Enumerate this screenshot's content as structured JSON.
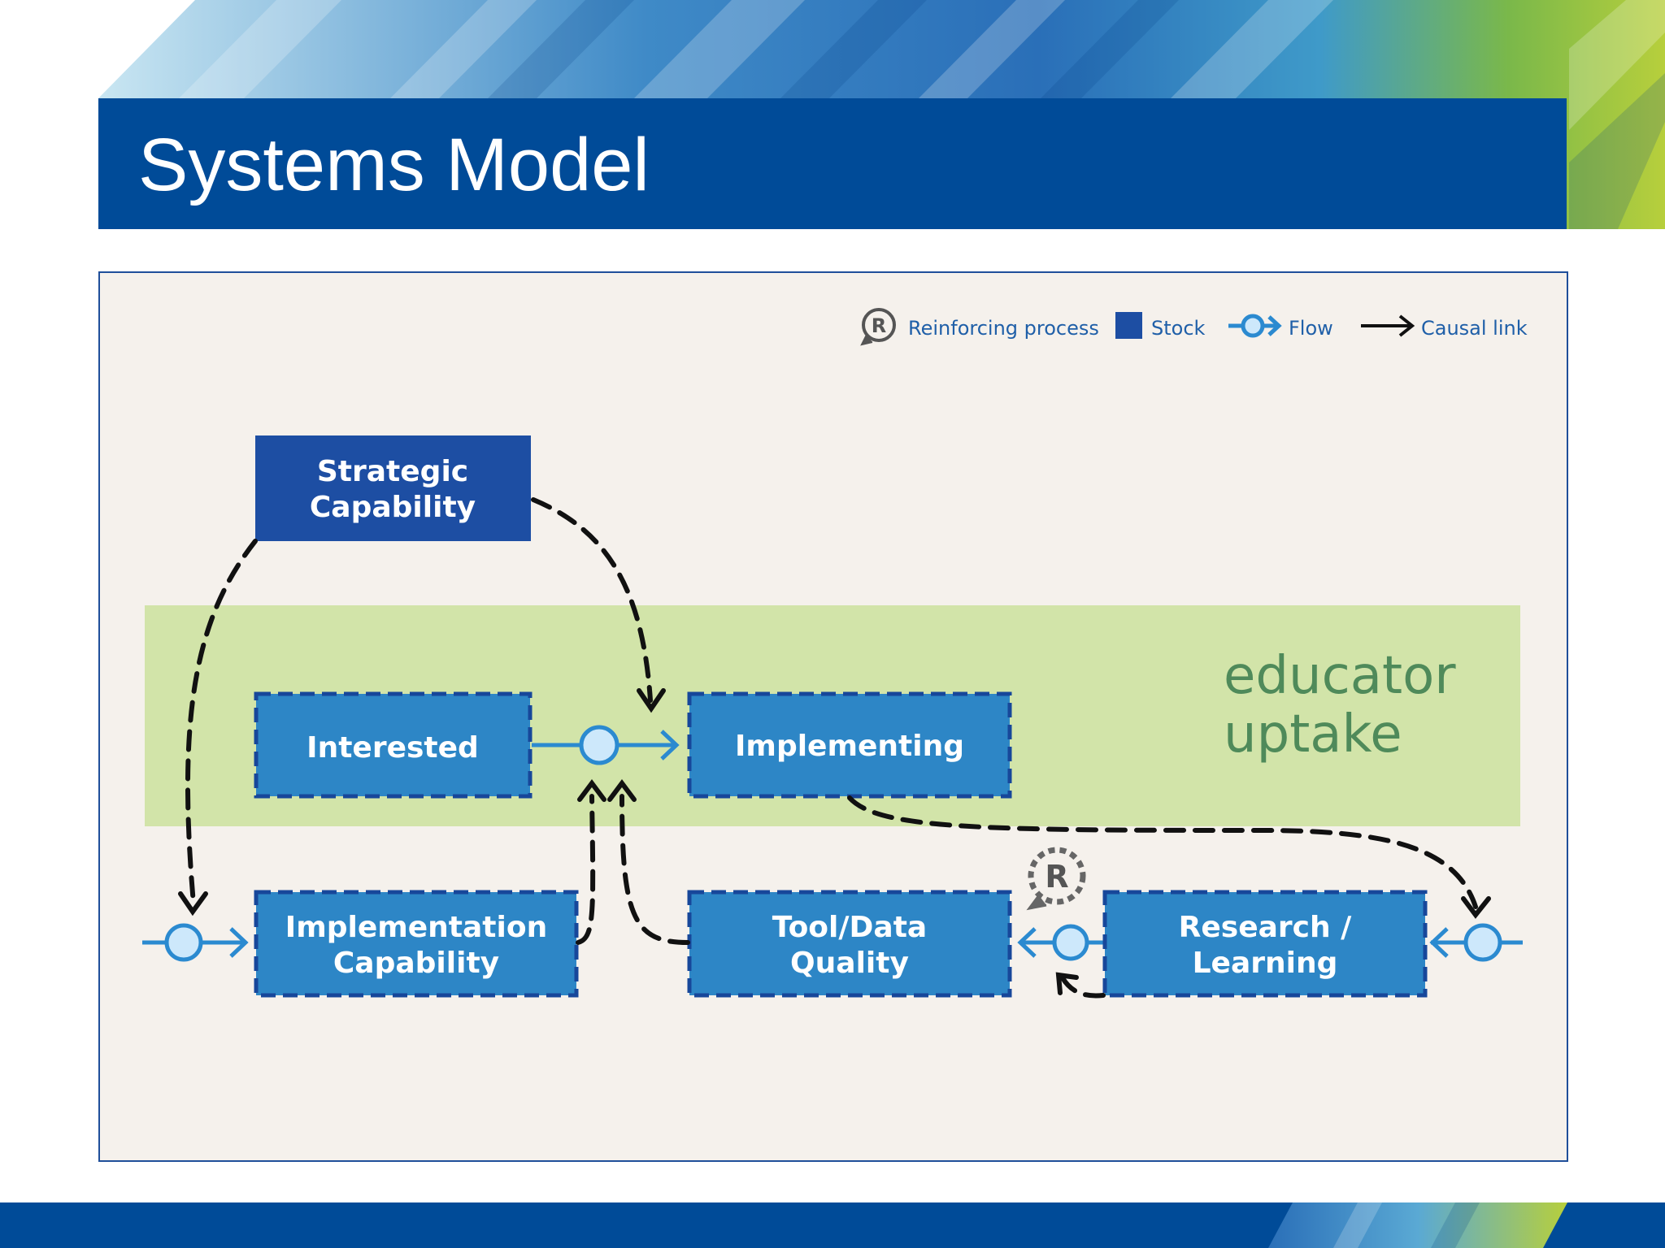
{
  "slide": {
    "title": "Systems Model"
  },
  "legend": {
    "reinforcing_label": "Reinforcing process",
    "stock_label": "Stock",
    "flow_label": "Flow",
    "causal_label": "Causal link",
    "r_symbol": "R"
  },
  "band": {
    "label_line1": "educator",
    "label_line2": "uptake"
  },
  "stocks": {
    "strategic": {
      "line1": "Strategic",
      "line2": "Capability"
    },
    "interested": {
      "label": "Interested"
    },
    "implementing": {
      "label": "Implementing"
    },
    "implementation_capability": {
      "line1": "Implementation",
      "line2": "Capability"
    },
    "tool_data": {
      "line1": "Tool/Data",
      "line2": "Quality"
    },
    "research": {
      "line1": "Research /",
      "line2": "Learning"
    }
  },
  "loop": {
    "symbol": "R"
  },
  "colors": {
    "title_bar": "#004b98",
    "stock_dark": "#1d4ea3",
    "stock_light": "#2d86c6",
    "stock_border": "#17479a",
    "flow": "#2b8ad0",
    "flow_valve": "#cde8fb",
    "band": "#d2e4a9",
    "band_text": "#4f8a5a",
    "diagram_bg": "#f5f1ec",
    "legend_text": "#1f5fa8"
  }
}
